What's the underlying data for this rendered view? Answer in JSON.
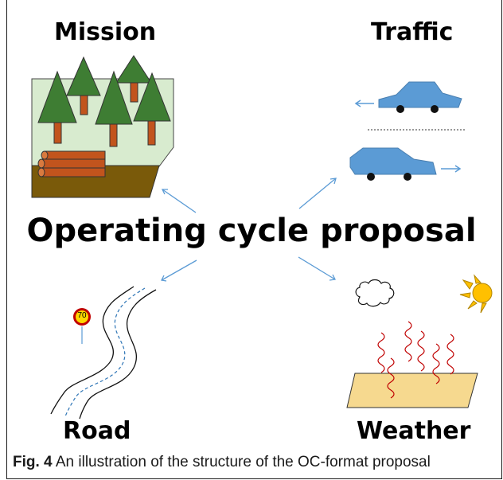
{
  "labels": {
    "mission": "Mission",
    "traffic": "Traffic",
    "road": "Road",
    "weather": "Weather"
  },
  "title": "Operating cycle proposal",
  "caption": {
    "figure_number": "Fig. 4",
    "text": " An illustration of the structure of the OC-format proposal"
  },
  "road_sign": {
    "speed_limit": "70"
  },
  "colors": {
    "tree_green": "#3e7d33",
    "trunk": "#c2541d",
    "ground_light": "#d8ebcf",
    "ground_dark": "#7a5a0a",
    "log": "#c2541d",
    "car": "#5b9bd5",
    "arrow": "#5b9bd5",
    "heat_wave": "#c00000",
    "weather_ground": "#f6d98f",
    "sun": "#ffc000",
    "sign_ring": "#c00000",
    "sign_fill": "#ffd700"
  }
}
